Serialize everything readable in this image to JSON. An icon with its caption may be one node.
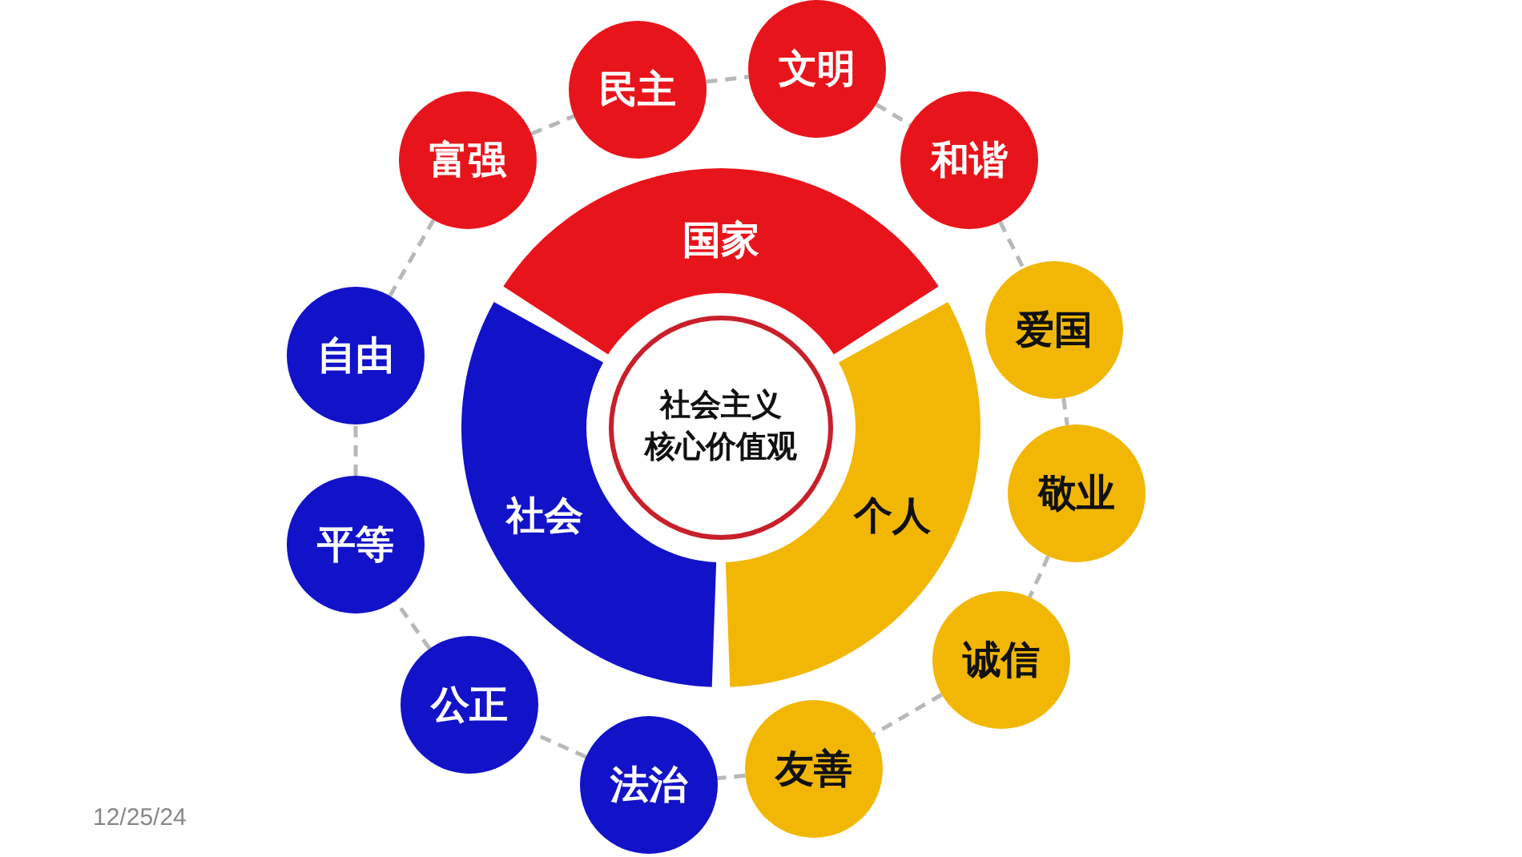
{
  "diagram": {
    "nodes": [
      {
        "text": [
          "社会主义核心价值观"
        ]
      },
      {
        "text": [
          "国家"
        ]
      },
      {
        "text": [
          "社会"
        ]
      },
      {
        "text": [
          "个人"
        ]
      },
      {
        "text": [
          "富强"
        ]
      },
      {
        "text": [
          "民主"
        ]
      },
      {
        "text": [
          "文明"
        ]
      },
      {
        "text": [
          "和谐"
        ]
      },
      {
        "text": [
          "爱国"
        ]
      },
      {
        "text": [
          "敬业"
        ]
      },
      {
        "text": [
          "诚信"
        ]
      },
      {
        "text": [
          "友善"
        ]
      },
      {
        "text": [
          "法治"
        ]
      },
      {
        "text": [
          "公正"
        ]
      },
      {
        "text": [
          "平等"
        ]
      },
      {
        "text": [
          "自由"
        ]
      }
    ],
    "edges": [
      {
        "from": 4,
        "to": 5,
        "arrow": "none",
        "style": "dashed"
      },
      {
        "from": 5,
        "to": 6,
        "arrow": "none",
        "style": "dashed"
      },
      {
        "from": 6,
        "to": 7,
        "arrow": "none",
        "style": "dashed"
      },
      {
        "from": 7,
        "to": 8,
        "arrow": "none",
        "style": "dashed"
      },
      {
        "from": 8,
        "to": 9,
        "arrow": "none",
        "style": "dashed"
      },
      {
        "from": 9,
        "to": 10,
        "arrow": "none",
        "style": "dashed"
      },
      {
        "from": 10,
        "to": 11,
        "arrow": "none",
        "style": "dashed"
      },
      {
        "from": 11,
        "to": 12,
        "arrow": "none",
        "style": "dashed"
      },
      {
        "from": 12,
        "to": 13,
        "arrow": "none",
        "style": "dashed"
      },
      {
        "from": 13,
        "to": 14,
        "arrow": "none",
        "style": "dashed"
      },
      {
        "from": 14,
        "to": 15,
        "arrow": "none",
        "style": "dashed"
      },
      {
        "from": 15,
        "to": 4,
        "arrow": "none",
        "style": "dashed"
      }
    ],
    "labels": [
      "12/25/24"
    ]
  }
}
